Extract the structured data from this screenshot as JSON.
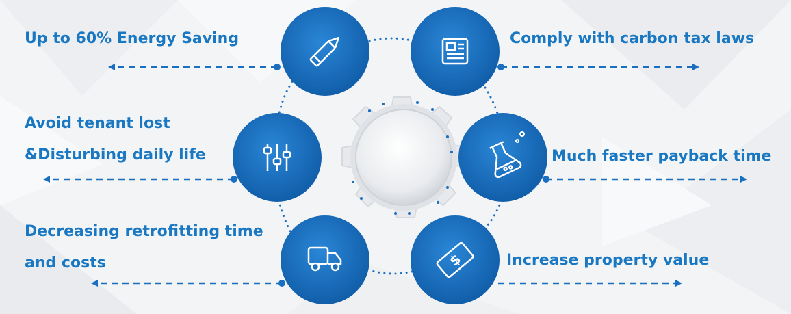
{
  "colors": {
    "accent": "#1a6fc0",
    "accent_dark": "#0f5ba6",
    "label": "#1a78c2",
    "background": "#f2f3f5",
    "gear": "#e6e8ec"
  },
  "benefits": [
    {
      "label": "Up to 60% Energy Saving",
      "icon": "pencil-icon"
    },
    {
      "label": "Comply with carbon tax laws",
      "icon": "newspaper-icon"
    },
    {
      "label": "Much faster payback time",
      "icon": "flask-icon"
    },
    {
      "label": "Increase property value",
      "icon": "money-icon"
    },
    {
      "label_line1": "Decreasing retrofitting time",
      "label_line2": "and costs",
      "icon": "truck-icon"
    },
    {
      "label_line1": "Avoid tenant lost",
      "label_line2": "&Disturbing daily life",
      "icon": "sliders-icon"
    }
  ],
  "center": {
    "icon": "gear-icon"
  }
}
